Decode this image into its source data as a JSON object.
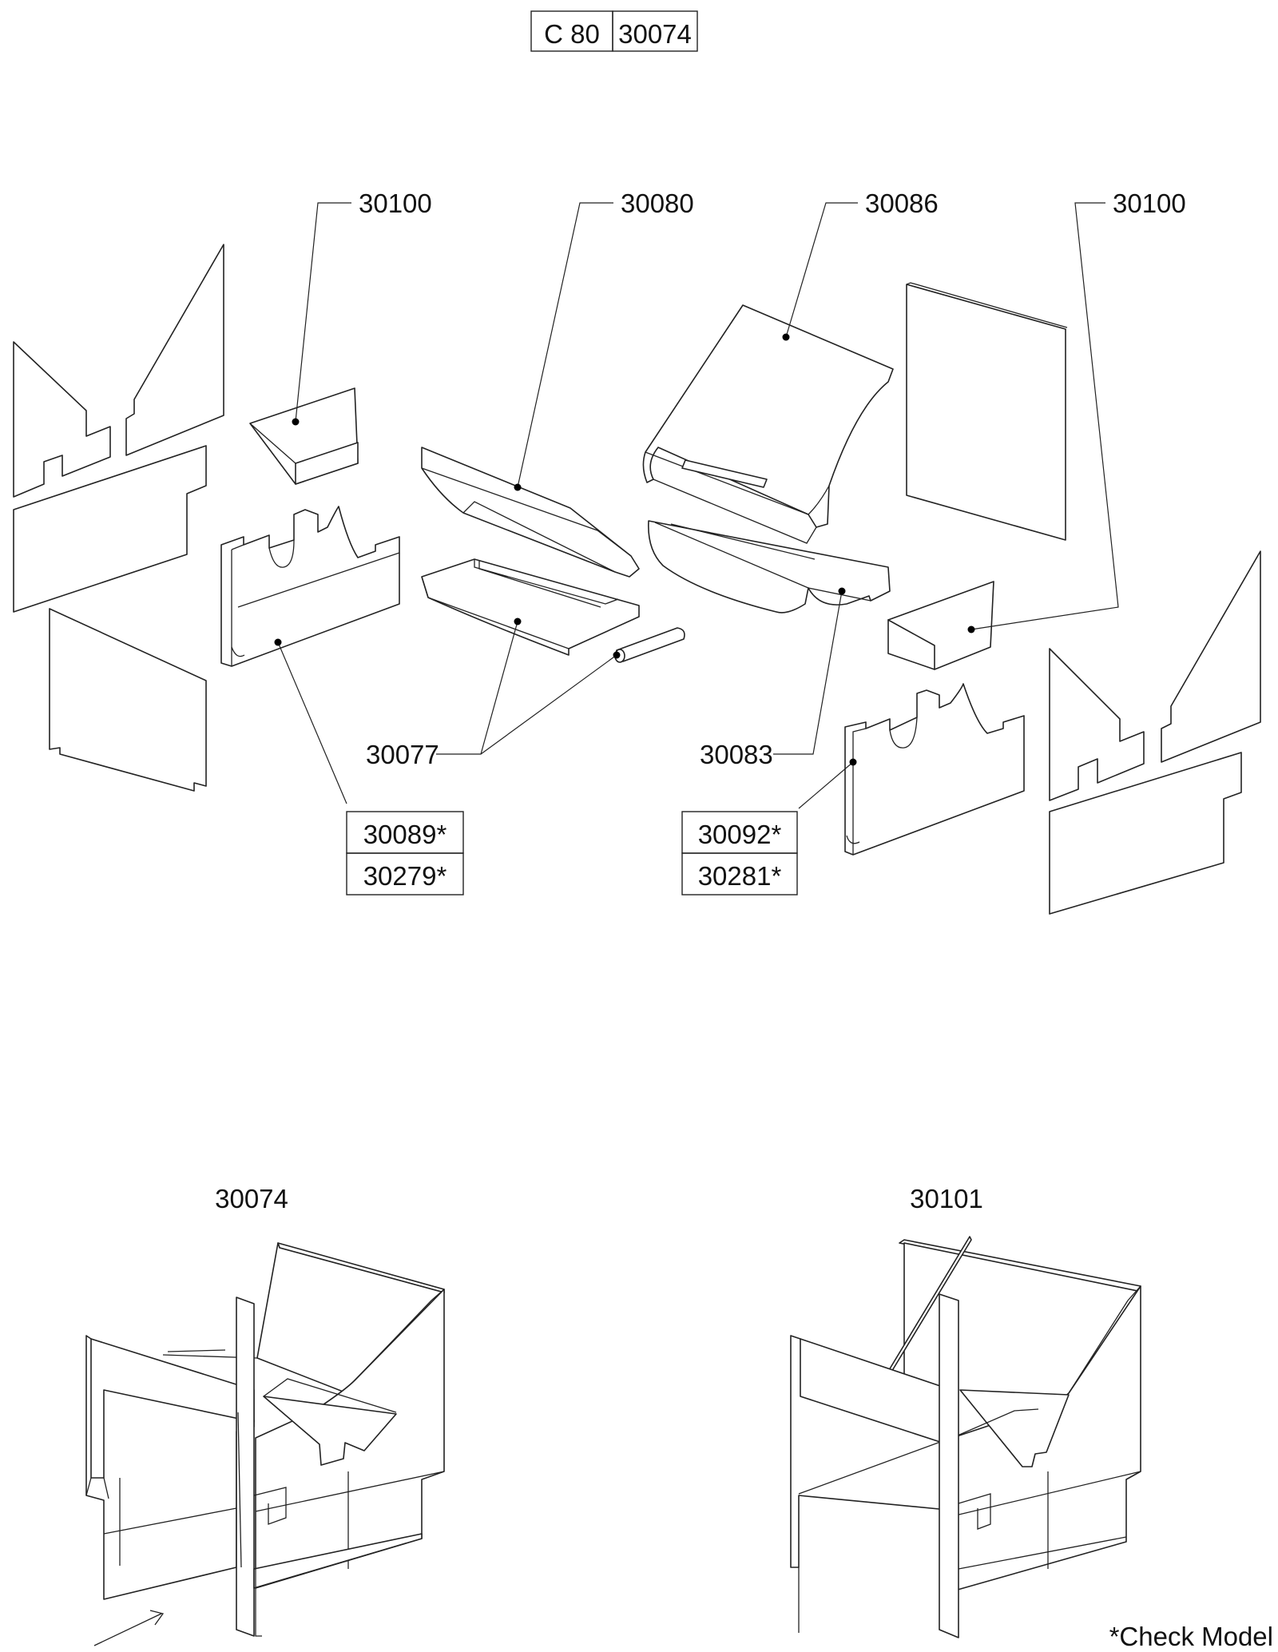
{
  "header": {
    "model": "C 80",
    "set_number": "30074"
  },
  "callouts": {
    "side_left_top": "30100",
    "upper_baffle": "30080",
    "top_plate": "30086",
    "side_right_top": "30100",
    "lower_support": "30077",
    "right_support": "30083",
    "left_back": "30089*",
    "left_back_alt": "30279*",
    "right_back": "30092*",
    "right_back_alt": "30281*"
  },
  "assemblies": {
    "left_title": "30074",
    "right_title": "30101"
  },
  "footnote": "*Check Model"
}
